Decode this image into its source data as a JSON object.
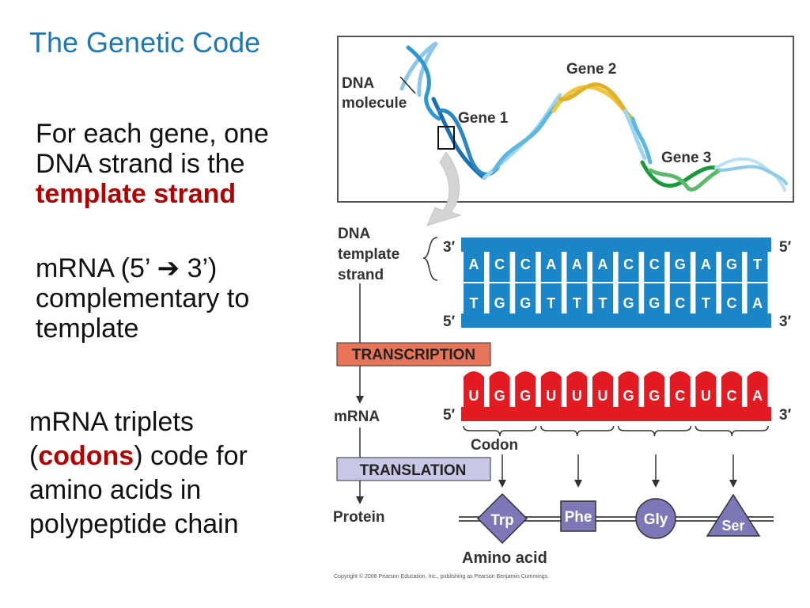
{
  "slide": {
    "title": "The Genetic Code",
    "bullet1": {
      "line1": "For each gene, one",
      "line2": "DNA strand is the",
      "highlight": "template strand"
    },
    "bullet2": {
      "line1": "mRNA (5’ ➔ 3’)",
      "line2": "complementary to",
      "line3": "template"
    },
    "bullet3": {
      "line1": "mRNA triplets",
      "open": "(",
      "highlight": "codons",
      "close": ") code for",
      "line3": "amino acids in",
      "line4": "polypeptide chain"
    }
  },
  "figure": {
    "dna_molecule_label_1": "DNA",
    "dna_molecule_label_2": "molecule",
    "gene1": "Gene 1",
    "gene2": "Gene 2",
    "gene3": "Gene 3",
    "template_label_1": "DNA",
    "template_label_2": "template",
    "template_label_3": "strand",
    "prime3": "3′",
    "prime5": "5′",
    "template_bases": [
      "A",
      "C",
      "C",
      "A",
      "A",
      "A",
      "C",
      "C",
      "G",
      "A",
      "G",
      "T"
    ],
    "complement_bases": [
      "T",
      "G",
      "G",
      "T",
      "T",
      "T",
      "G",
      "G",
      "C",
      "T",
      "C",
      "A"
    ],
    "mrna_bases": [
      "U",
      "G",
      "G",
      "U",
      "U",
      "U",
      "G",
      "G",
      "C",
      "U",
      "C",
      "A"
    ],
    "transcription": "TRANSCRIPTION",
    "translation": "TRANSLATION",
    "mrna_label": "mRNA",
    "protein_label": "Protein",
    "codon_label": "Codon",
    "amino_acids": [
      "Trp",
      "Phe",
      "Gly",
      "Ser"
    ],
    "amino_acid_label": "Amino acid",
    "copyright": "Copyright © 2008 Pearson Education, Inc., publishing as Pearson Benjamin Cummings.",
    "colors": {
      "dna_blue": "#1a86c8",
      "mrna_red": "#e21b23",
      "transcription_box": "#e8755a",
      "translation_box": "#c9c7e6",
      "amino_purple": "#7c78b8",
      "gene2_yellow": "#f0c53a",
      "gene3_green": "#1a9a3c"
    }
  }
}
